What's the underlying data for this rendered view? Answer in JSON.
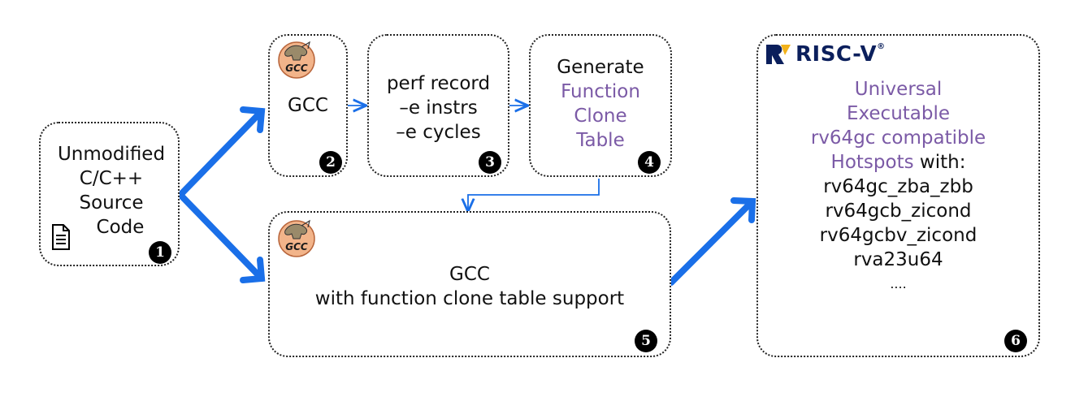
{
  "box1": {
    "lines": [
      "Unmodified",
      "C/C++",
      "Source",
      "Code"
    ],
    "badge": "1"
  },
  "box2": {
    "label": "GCC",
    "badge": "2",
    "logo_text": "GCC"
  },
  "box3": {
    "lines": [
      "perf record",
      "–e instrs",
      "–e cycles"
    ],
    "badge": "3"
  },
  "box4": {
    "line1": "Generate",
    "line2": "Function",
    "line3": "Clone",
    "line4": "Table",
    "badge": "4"
  },
  "box5": {
    "line1": "GCC",
    "line2": "with function clone table support",
    "badge": "5",
    "logo_text": "GCC"
  },
  "box6": {
    "logo": "RISC-V",
    "title_lines": [
      "Universal",
      "Executable",
      "rv64gc compatible"
    ],
    "hotspots_word": "Hotspots",
    "hotspots_suffix": " with:",
    "targets": [
      "rv64gc_zba_zbb",
      "rv64gcb_zicond",
      "rv64gcbv_zicond",
      "rva23u64",
      "...."
    ],
    "badge": "6"
  },
  "colors": {
    "accent_purple": "#7b5aa6",
    "arrow_blue": "#1a6fe8",
    "riscv_navy": "#0b1f5c",
    "riscv_gold": "#f2b21b"
  }
}
